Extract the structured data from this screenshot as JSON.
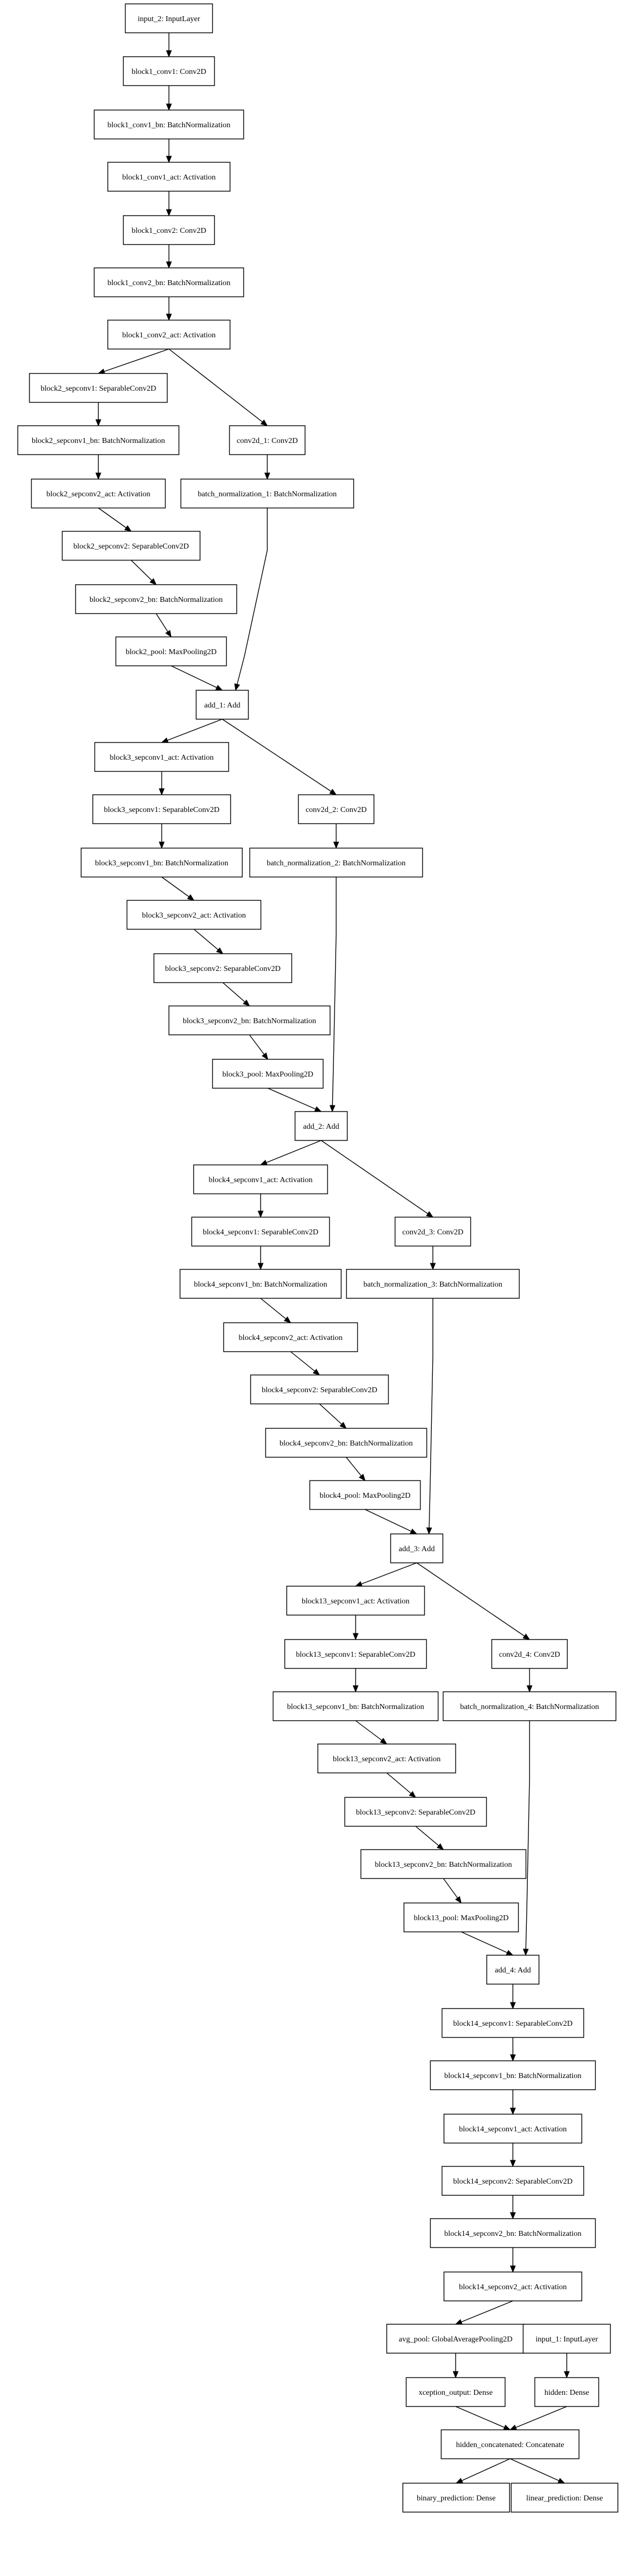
{
  "nodes": [
    {
      "id": "input_2",
      "label": "input_2: InputLayer"
    },
    {
      "id": "block1_conv1",
      "label": "block1_conv1: Conv2D"
    },
    {
      "id": "block1_conv1_bn",
      "label": "block1_conv1_bn: BatchNormalization"
    },
    {
      "id": "block1_conv1_act",
      "label": "block1_conv1_act: Activation"
    },
    {
      "id": "block1_conv2",
      "label": "block1_conv2: Conv2D"
    },
    {
      "id": "block1_conv2_bn",
      "label": "block1_conv2_bn: BatchNormalization"
    },
    {
      "id": "block1_conv2_act",
      "label": "block1_conv2_act: Activation"
    },
    {
      "id": "block2_sepconv1",
      "label": "block2_sepconv1: SeparableConv2D"
    },
    {
      "id": "block2_sepconv1_bn",
      "label": "block2_sepconv1_bn: BatchNormalization"
    },
    {
      "id": "conv2d_1",
      "label": "conv2d_1: Conv2D"
    },
    {
      "id": "block2_sepconv2_act",
      "label": "block2_sepconv2_act: Activation"
    },
    {
      "id": "batch_normalization_1",
      "label": "batch_normalization_1: BatchNormalization"
    },
    {
      "id": "block2_sepconv2",
      "label": "block2_sepconv2: SeparableConv2D"
    },
    {
      "id": "block2_sepconv2_bn",
      "label": "block2_sepconv2_bn: BatchNormalization"
    },
    {
      "id": "block2_pool",
      "label": "block2_pool: MaxPooling2D"
    },
    {
      "id": "add_1",
      "label": "add_1: Add"
    },
    {
      "id": "block3_sepconv1_act",
      "label": "block3_sepconv1_act: Activation"
    },
    {
      "id": "block3_sepconv1",
      "label": "block3_sepconv1: SeparableConv2D"
    },
    {
      "id": "conv2d_2",
      "label": "conv2d_2: Conv2D"
    },
    {
      "id": "block3_sepconv1_bn",
      "label": "block3_sepconv1_bn: BatchNormalization"
    },
    {
      "id": "batch_normalization_2",
      "label": "batch_normalization_2: BatchNormalization"
    },
    {
      "id": "block3_sepconv2_act",
      "label": "block3_sepconv2_act: Activation"
    },
    {
      "id": "block3_sepconv2",
      "label": "block3_sepconv2: SeparableConv2D"
    },
    {
      "id": "block3_sepconv2_bn",
      "label": "block3_sepconv2_bn: BatchNormalization"
    },
    {
      "id": "block3_pool",
      "label": "block3_pool: MaxPooling2D"
    },
    {
      "id": "add_2",
      "label": "add_2: Add"
    },
    {
      "id": "block4_sepconv1_act",
      "label": "block4_sepconv1_act: Activation"
    },
    {
      "id": "block4_sepconv1",
      "label": "block4_sepconv1: SeparableConv2D"
    },
    {
      "id": "conv2d_3",
      "label": "conv2d_3: Conv2D"
    },
    {
      "id": "block4_sepconv1_bn",
      "label": "block4_sepconv1_bn: BatchNormalization"
    },
    {
      "id": "batch_normalization_3",
      "label": "batch_normalization_3: BatchNormalization"
    },
    {
      "id": "block4_sepconv2_act",
      "label": "block4_sepconv2_act: Activation"
    },
    {
      "id": "block4_sepconv2",
      "label": "block4_sepconv2: SeparableConv2D"
    },
    {
      "id": "block4_sepconv2_bn",
      "label": "block4_sepconv2_bn: BatchNormalization"
    },
    {
      "id": "block4_pool",
      "label": "block4_pool: MaxPooling2D"
    },
    {
      "id": "add_3",
      "label": "add_3: Add"
    },
    {
      "id": "block13_sepconv1_act",
      "label": "block13_sepconv1_act: Activation"
    },
    {
      "id": "block13_sepconv1",
      "label": "block13_sepconv1: SeparableConv2D"
    },
    {
      "id": "conv2d_4",
      "label": "conv2d_4: Conv2D"
    },
    {
      "id": "block13_sepconv1_bn",
      "label": "block13_sepconv1_bn: BatchNormalization"
    },
    {
      "id": "batch_normalization_4",
      "label": "batch_normalization_4: BatchNormalization"
    },
    {
      "id": "block13_sepconv2_act",
      "label": "block13_sepconv2_act: Activation"
    },
    {
      "id": "block13_sepconv2",
      "label": "block13_sepconv2: SeparableConv2D"
    },
    {
      "id": "block13_sepconv2_bn",
      "label": "block13_sepconv2_bn: BatchNormalization"
    },
    {
      "id": "block13_pool",
      "label": "block13_pool: MaxPooling2D"
    },
    {
      "id": "add_4",
      "label": "add_4: Add"
    },
    {
      "id": "block14_sepconv1",
      "label": "block14_sepconv1: SeparableConv2D"
    },
    {
      "id": "block14_sepconv1_bn",
      "label": "block14_sepconv1_bn: BatchNormalization"
    },
    {
      "id": "block14_sepconv1_act",
      "label": "block14_sepconv1_act: Activation"
    },
    {
      "id": "block14_sepconv2",
      "label": "block14_sepconv2: SeparableConv2D"
    },
    {
      "id": "block14_sepconv2_bn",
      "label": "block14_sepconv2_bn: BatchNormalization"
    },
    {
      "id": "block14_sepconv2_act",
      "label": "block14_sepconv2_act: Activation"
    },
    {
      "id": "avg_pool",
      "label": "avg_pool: GlobalAveragePooling2D"
    },
    {
      "id": "input_1",
      "label": "input_1: InputLayer"
    },
    {
      "id": "xception_output",
      "label": "xception_output: Dense"
    },
    {
      "id": "hidden",
      "label": "hidden: Dense"
    },
    {
      "id": "hidden_concatenated",
      "label": "hidden_concatenated: Concatenate"
    },
    {
      "id": "binary_prediction",
      "label": "binary_prediction: Dense"
    },
    {
      "id": "linear_prediction",
      "label": "linear_prediction: Dense"
    }
  ],
  "edges": [
    [
      "input_2",
      "block1_conv1"
    ],
    [
      "block1_conv1",
      "block1_conv1_bn"
    ],
    [
      "block1_conv1_bn",
      "block1_conv1_act"
    ],
    [
      "block1_conv1_act",
      "block1_conv2"
    ],
    [
      "block1_conv2",
      "block1_conv2_bn"
    ],
    [
      "block1_conv2_bn",
      "block1_conv2_act"
    ],
    [
      "block1_conv2_act",
      "block2_sepconv1"
    ],
    [
      "block1_conv2_act",
      "conv2d_1"
    ],
    [
      "block2_sepconv1",
      "block2_sepconv1_bn"
    ],
    [
      "block2_sepconv1_bn",
      "block2_sepconv2_act"
    ],
    [
      "block2_sepconv2_act",
      "block2_sepconv2"
    ],
    [
      "block2_sepconv2",
      "block2_sepconv2_bn"
    ],
    [
      "block2_sepconv2_bn",
      "block2_pool"
    ],
    [
      "conv2d_1",
      "batch_normalization_1"
    ],
    [
      "block2_pool",
      "add_1"
    ],
    [
      "batch_normalization_1",
      "add_1"
    ],
    [
      "add_1",
      "block3_sepconv1_act"
    ],
    [
      "add_1",
      "conv2d_2"
    ],
    [
      "block3_sepconv1_act",
      "block3_sepconv1"
    ],
    [
      "block3_sepconv1",
      "block3_sepconv1_bn"
    ],
    [
      "block3_sepconv1_bn",
      "block3_sepconv2_act"
    ],
    [
      "block3_sepconv2_act",
      "block3_sepconv2"
    ],
    [
      "block3_sepconv2",
      "block3_sepconv2_bn"
    ],
    [
      "block3_sepconv2_bn",
      "block3_pool"
    ],
    [
      "conv2d_2",
      "batch_normalization_2"
    ],
    [
      "block3_pool",
      "add_2"
    ],
    [
      "batch_normalization_2",
      "add_2"
    ],
    [
      "add_2",
      "block4_sepconv1_act"
    ],
    [
      "add_2",
      "conv2d_3"
    ],
    [
      "block4_sepconv1_act",
      "block4_sepconv1"
    ],
    [
      "block4_sepconv1",
      "block4_sepconv1_bn"
    ],
    [
      "block4_sepconv1_bn",
      "block4_sepconv2_act"
    ],
    [
      "block4_sepconv2_act",
      "block4_sepconv2"
    ],
    [
      "block4_sepconv2",
      "block4_sepconv2_bn"
    ],
    [
      "block4_sepconv2_bn",
      "block4_pool"
    ],
    [
      "conv2d_3",
      "batch_normalization_3"
    ],
    [
      "block4_pool",
      "add_3"
    ],
    [
      "batch_normalization_3",
      "add_3"
    ],
    [
      "add_3",
      "block13_sepconv1_act"
    ],
    [
      "add_3",
      "conv2d_4"
    ],
    [
      "block13_sepconv1_act",
      "block13_sepconv1"
    ],
    [
      "block13_sepconv1",
      "block13_sepconv1_bn"
    ],
    [
      "block13_sepconv1_bn",
      "block13_sepconv2_act"
    ],
    [
      "block13_sepconv2_act",
      "block13_sepconv2"
    ],
    [
      "block13_sepconv2",
      "block13_sepconv2_bn"
    ],
    [
      "block13_sepconv2_bn",
      "block13_pool"
    ],
    [
      "conv2d_4",
      "batch_normalization_4"
    ],
    [
      "block13_pool",
      "add_4"
    ],
    [
      "batch_normalization_4",
      "add_4"
    ],
    [
      "add_4",
      "block14_sepconv1"
    ],
    [
      "block14_sepconv1",
      "block14_sepconv1_bn"
    ],
    [
      "block14_sepconv1_bn",
      "block14_sepconv1_act"
    ],
    [
      "block14_sepconv1_act",
      "block14_sepconv2"
    ],
    [
      "block14_sepconv2",
      "block14_sepconv2_bn"
    ],
    [
      "block14_sepconv2_bn",
      "block14_sepconv2_act"
    ],
    [
      "block14_sepconv2_act",
      "avg_pool"
    ],
    [
      "avg_pool",
      "xception_output"
    ],
    [
      "input_1",
      "hidden"
    ],
    [
      "xception_output",
      "hidden_concatenated"
    ],
    [
      "hidden",
      "hidden_concatenated"
    ],
    [
      "hidden_concatenated",
      "binary_prediction"
    ],
    [
      "hidden_concatenated",
      "linear_prediction"
    ]
  ]
}
